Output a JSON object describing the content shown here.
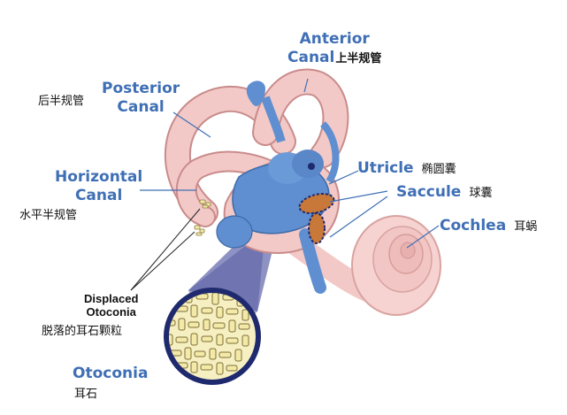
{
  "labels": {
    "anterior_canal": {
      "en_line1": "Anterior",
      "en_line2": "Canal",
      "zh": "上半规管"
    },
    "posterior_canal": {
      "en_line1": "Posterior",
      "en_line2": "Canal",
      "zh": "后半规管"
    },
    "horizontal_canal": {
      "en_line1": "Horizontal",
      "en_line2": "Canal",
      "zh": "水平半规管"
    },
    "utricle": {
      "en": "Utricle",
      "zh": "椭圆囊"
    },
    "saccule": {
      "en": "Saccule",
      "zh": "球囊"
    },
    "cochlea": {
      "en": "Cochlea",
      "zh": "耳蜗"
    },
    "displaced_otoconia": {
      "en_line1": "Displaced",
      "en_line2": "Otoconia",
      "zh": "脱落的耳石颗粒"
    },
    "otoconia": {
      "en": "Otoconia",
      "zh": "耳石"
    }
  },
  "colors": {
    "canal_pink": "#f2c9c7",
    "canal_outline": "#c98b8b",
    "membrane_blue": "#5f8fd0",
    "membrane_dark": "#3d6aa8",
    "otolith_orange": "#c8793a",
    "otoconia_yellow": "#f3e9a8",
    "magnifier_navy": "#1f2a6e",
    "label_blue": "#3f6fb5"
  }
}
